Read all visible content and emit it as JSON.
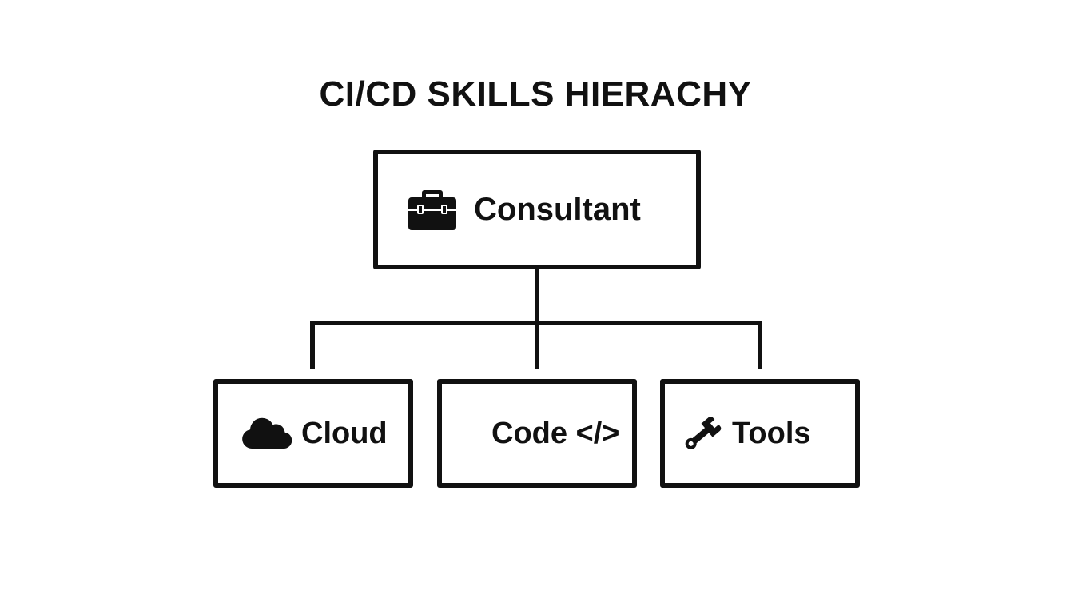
{
  "diagram": {
    "title": "CI/CD SKILLS HIERACHY",
    "root": {
      "label": "Consultant",
      "icon": "briefcase-icon"
    },
    "children": [
      {
        "label": "Cloud",
        "icon": "cloud-icon"
      },
      {
        "label": "Code </>",
        "icon": "code-icon"
      },
      {
        "label": "Tools",
        "icon": "wrench-icon"
      }
    ]
  },
  "colors": {
    "stroke": "#111111",
    "background": "#ffffff"
  }
}
